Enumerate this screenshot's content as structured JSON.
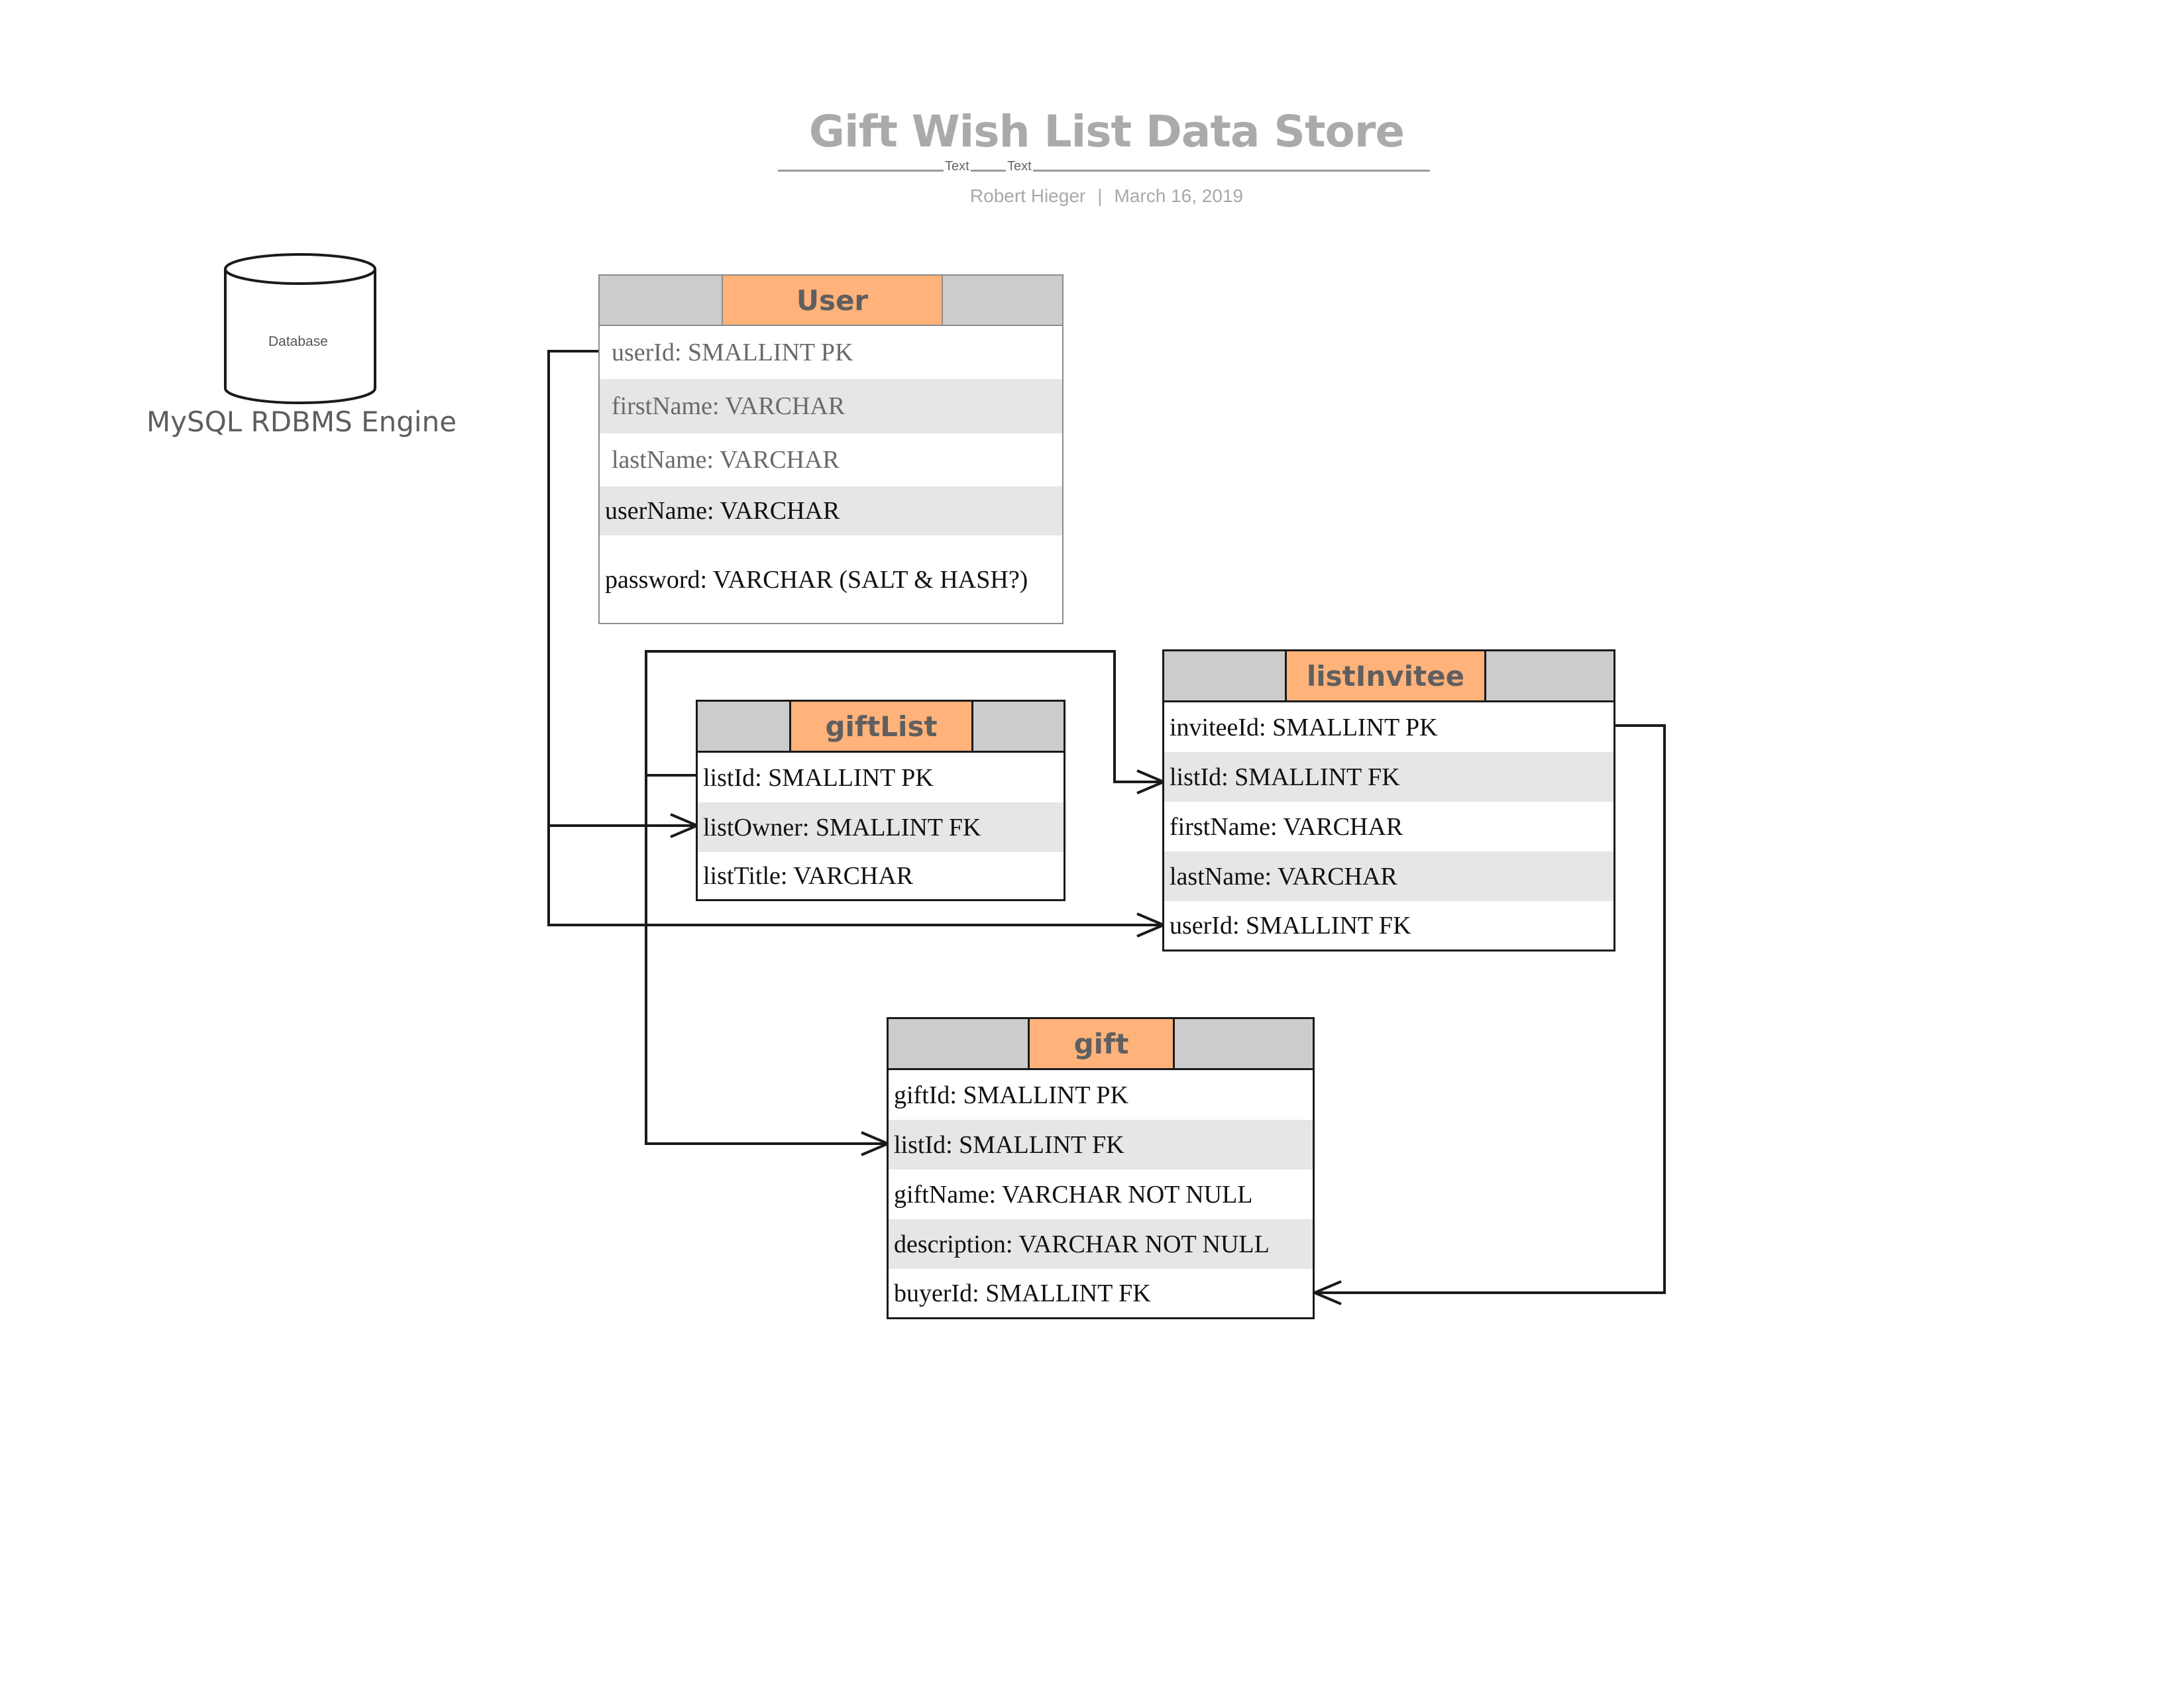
{
  "title": "Gift Wish List Data Store",
  "rule_labels": [
    "Text",
    "Text"
  ],
  "author": "Robert Hieger",
  "byline_separator": "|",
  "date": "March 16, 2019",
  "database": {
    "icon_label": "Database",
    "caption": "MySQL RDBMS Engine"
  },
  "entities": {
    "user": {
      "name": "User",
      "attributes": [
        "userId: SMALLINT PK",
        "firstName: VARCHAR",
        "lastName: VARCHAR",
        "userName: VARCHAR",
        "password:  VARCHAR (SALT & HASH?)"
      ]
    },
    "giftList": {
      "name": "giftList",
      "attributes": [
        "listId: SMALLINT PK",
        "listOwner: SMALLINT FK",
        "listTitle: VARCHAR"
      ]
    },
    "listInvitee": {
      "name": "listInvitee",
      "attributes": [
        "inviteeId: SMALLINT PK",
        "listId: SMALLINT FK",
        "firstName: VARCHAR",
        "lastName: VARCHAR",
        "userId: SMALLINT FK"
      ]
    },
    "gift": {
      "name": "gift",
      "attributes": [
        "giftId: SMALLINT PK",
        "listId: SMALLINT FK",
        "giftName: VARCHAR NOT NULL",
        "description: VARCHAR NOT NULL",
        "buyerId:  SMALLINT FK"
      ]
    }
  },
  "relationships": [
    {
      "from": "User.userId",
      "to": "giftList.listOwner",
      "cardinality": "one-to-many"
    },
    {
      "from": "User.userId",
      "to": "listInvitee.userId",
      "cardinality": "one-to-many"
    },
    {
      "from": "giftList.listId",
      "to": "listInvitee.listId",
      "cardinality": "one-to-many"
    },
    {
      "from": "giftList.listId",
      "to": "gift.listId",
      "cardinality": "one-to-many"
    },
    {
      "from": "listInvitee.inviteeId",
      "to": "gift.buyerId",
      "cardinality": "one-to-many"
    }
  ],
  "colors": {
    "header_gray": "#cccccc",
    "entity_name_orange": "#ffb27a",
    "alt_row": "#e6e6e6",
    "line": "#1a1a1a",
    "title_gray": "#aaaaaa"
  }
}
